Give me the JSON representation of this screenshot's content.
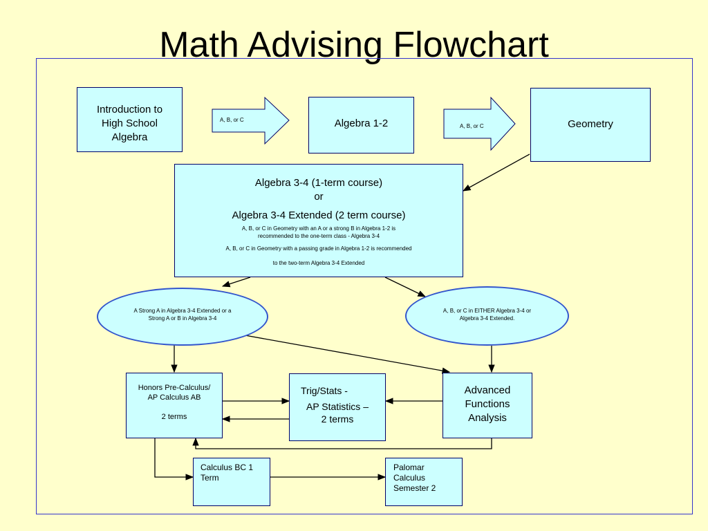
{
  "title": "Math Advising Flowchart",
  "nodes": {
    "intro": [
      "Introduction to",
      "High School",
      "Algebra"
    ],
    "alg12": "Algebra 1-2",
    "geometry": "Geometry",
    "alg34": {
      "line1": "Algebra 3-4 (1-term course)",
      "line2": "or",
      "line3": "Algebra 3-4 Extended (2 term course)",
      "note1a": "A, B, or C in Geometry with an A or a strong B in Algebra 1-2 is",
      "note1b": "recommended to the one-term class - Algebra 3-4",
      "note2a": "A, B, or C in Geometry with a passing grade in Algebra 1-2 is recommended",
      "note2b": "to the two-term Algebra 3-4  Extended"
    },
    "ellipse_left": [
      "A Strong A  in Algebra 3-4 Extended or a",
      "Strong A or B in Algebra 3-4"
    ],
    "ellipse_right": [
      "A, B, or C in EITHER Algebra 3-4  or",
      "Algebra 3-4 Extended."
    ],
    "honors": [
      "Honors Pre-Calculus/",
      "AP Calculus AB",
      "2 terms"
    ],
    "trig": {
      "line1": "Trig/Stats -",
      "line2": "AP Statistics –",
      "line3": "2 terms"
    },
    "afa": [
      "Advanced",
      "Functions",
      "Analysis"
    ],
    "calcbc": [
      "Calculus BC 1",
      "Term"
    ],
    "palomar": [
      "Palomar",
      "Calculus",
      "Semester 2"
    ]
  },
  "arrow_labels": {
    "first": "A, B, or C",
    "second": "A, B, or C"
  }
}
